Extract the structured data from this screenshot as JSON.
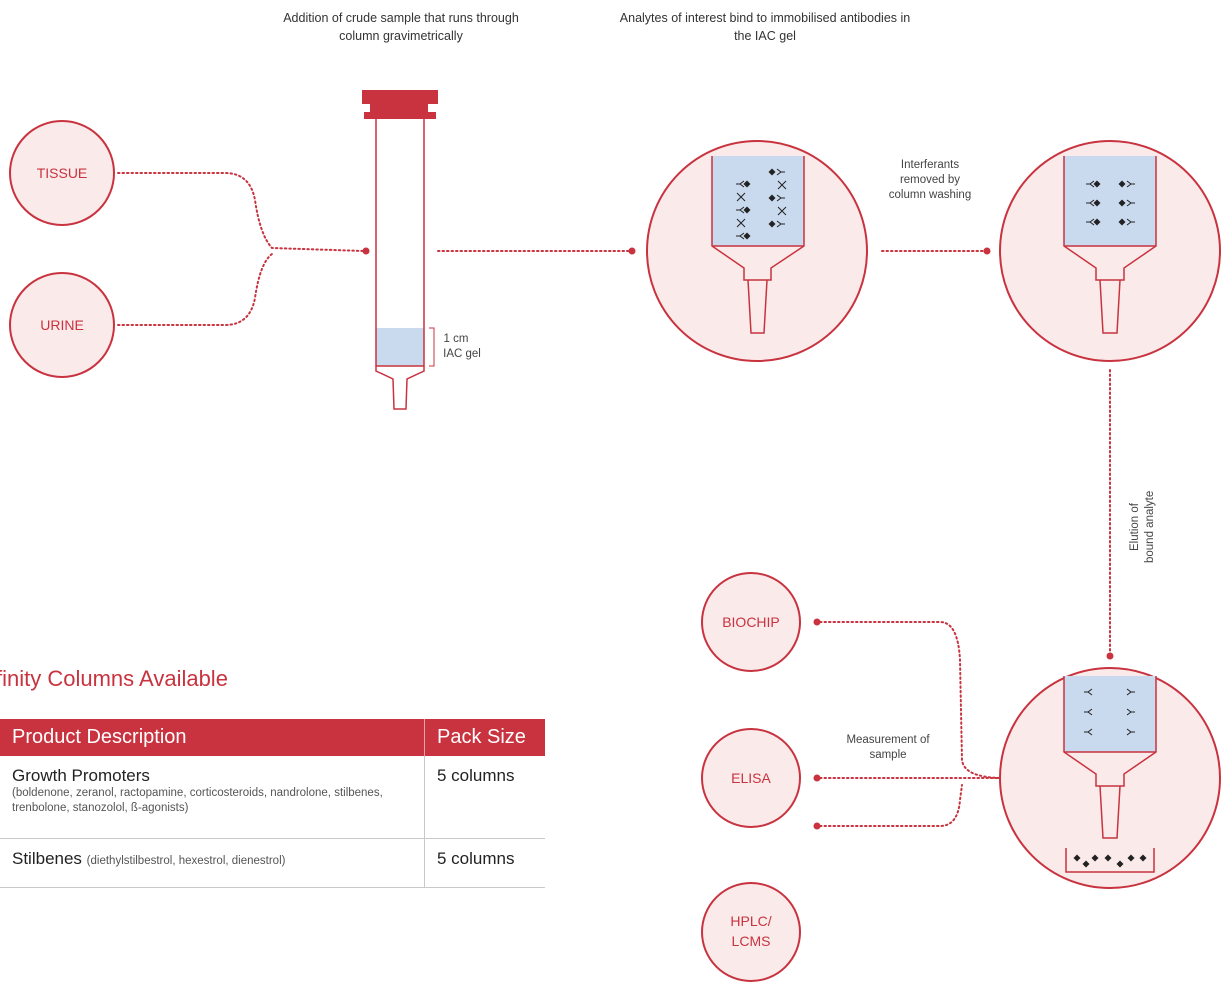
{
  "captions": {
    "addition": "Addition of crude sample that runs through column gravimetrically",
    "analytes": "Analytes of interest bind to immobilised antibodies in the IAC gel",
    "interferants": "Interferants removed by column washing",
    "gel_size": "1 cm",
    "gel_name": "IAC gel",
    "elution": "Elution of bound analyte",
    "measurement": "Measurement of sample"
  },
  "sources": [
    "TISSUE",
    "URINE"
  ],
  "methods": [
    "BIOCHIP",
    "ELISA",
    "HPLC/",
    "LCMS"
  ],
  "section_title": "finity Columns Available",
  "table": {
    "headers": [
      "Product Description",
      "Pack Size"
    ],
    "rows": [
      {
        "name": "Growth Promoters",
        "detail": "(boldenone, zeranol, ractopamine, corticosteroids, nandrolone, stilbenes, trenbolone, stanozolol, ß-agonists)",
        "pack": "5 columns"
      },
      {
        "name": "Stilbenes",
        "detail": "(diethylstilbestrol, hexestrol, dienestrol)",
        "pack": "5 columns"
      }
    ]
  },
  "colors": {
    "accent": "#c8333f",
    "circle_fill": "#fbeaea",
    "gel": "#c9d9ee"
  }
}
